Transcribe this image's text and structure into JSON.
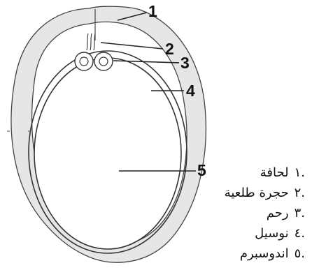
{
  "diagram": {
    "callouts": [
      "1",
      "2",
      "3",
      "4",
      "5"
    ]
  },
  "legend": {
    "items": [
      {
        "index": ".١",
        "label": "لحافة"
      },
      {
        "index": ".٢",
        "label": "حجرة طلعية"
      },
      {
        "index": ".٣",
        "label": "رحم"
      },
      {
        "index": ".٤",
        "label": "نوسيل"
      },
      {
        "index": ".٥",
        "label": "اندوسبرم"
      }
    ]
  }
}
